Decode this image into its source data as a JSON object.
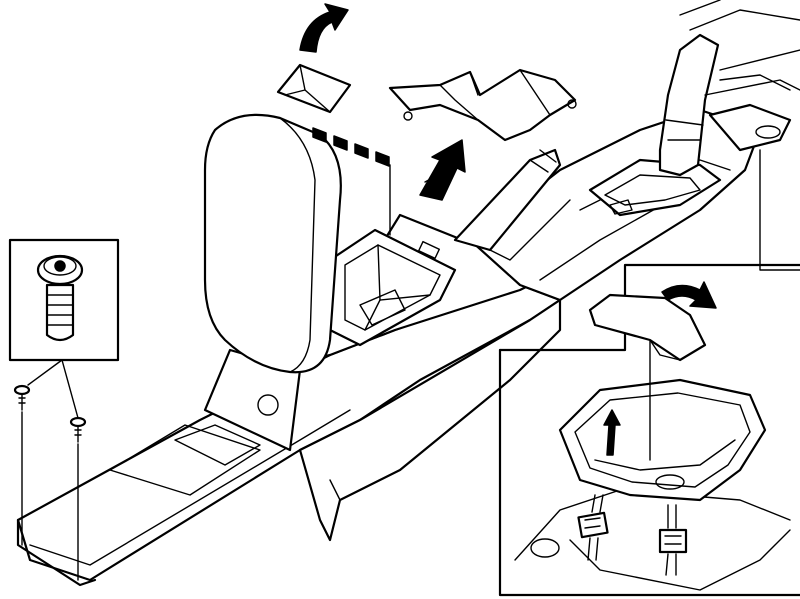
{
  "diagram": {
    "parts": [
      {
        "id": "armrest",
        "icon": "armrest-cushion"
      },
      {
        "id": "storage-compartment",
        "icon": "storage-bin"
      },
      {
        "id": "storage-lid",
        "icon": "lid-flap"
      },
      {
        "id": "gear-lever-boot",
        "icon": "gear-boot"
      },
      {
        "id": "handbrake-lever",
        "icon": "handbrake"
      },
      {
        "id": "gear-selector",
        "icon": "gear-selector"
      },
      {
        "id": "mounting-screws",
        "icon": "torx-screw"
      },
      {
        "id": "detail-inset",
        "icon": "inset-frame"
      }
    ],
    "arrows": [
      "curved-up-arrow",
      "double-up-arrow",
      "curved-right-arrow",
      "straight-up-arrow"
    ]
  }
}
